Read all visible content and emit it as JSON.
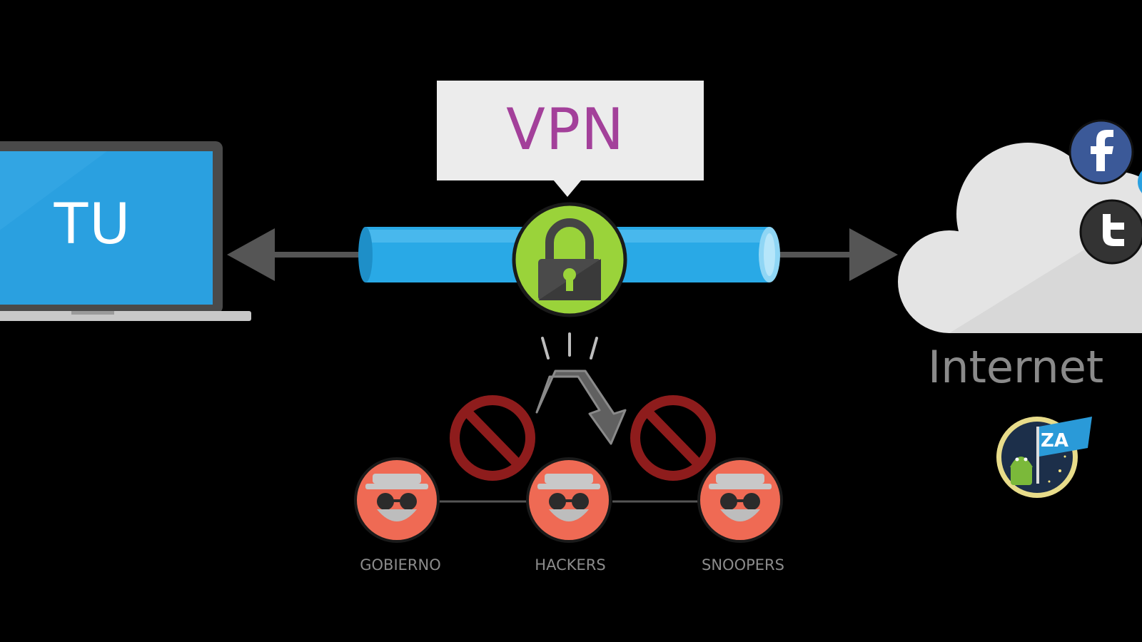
{
  "device": {
    "label": "TU"
  },
  "tunnel": {
    "label": "VPN"
  },
  "internet": {
    "label": "Internet",
    "social_icons": [
      "facebook-icon",
      "twitter-icon"
    ]
  },
  "threats": [
    {
      "label": "GOBIERNO",
      "icon": "spy-icon",
      "blocked": false
    },
    {
      "label": "HACKERS",
      "icon": "spy-icon",
      "blocked": false
    },
    {
      "label": "SNOOPERS",
      "icon": "spy-icon",
      "blocked": false
    }
  ],
  "blocked_markers": 2,
  "badge": {
    "text": "ZA"
  },
  "colors": {
    "background": "#000000",
    "laptop_screen": "#2aa0e0",
    "tunnel": "#29a9e6",
    "lock_circle": "#9ad33a",
    "vpn_text": "#a3409a",
    "threat": "#ef6a54",
    "prohibited": "#8e1c1c",
    "cloud": "#e4e4e4",
    "facebook": "#3b5998",
    "twitter": "#333333"
  }
}
